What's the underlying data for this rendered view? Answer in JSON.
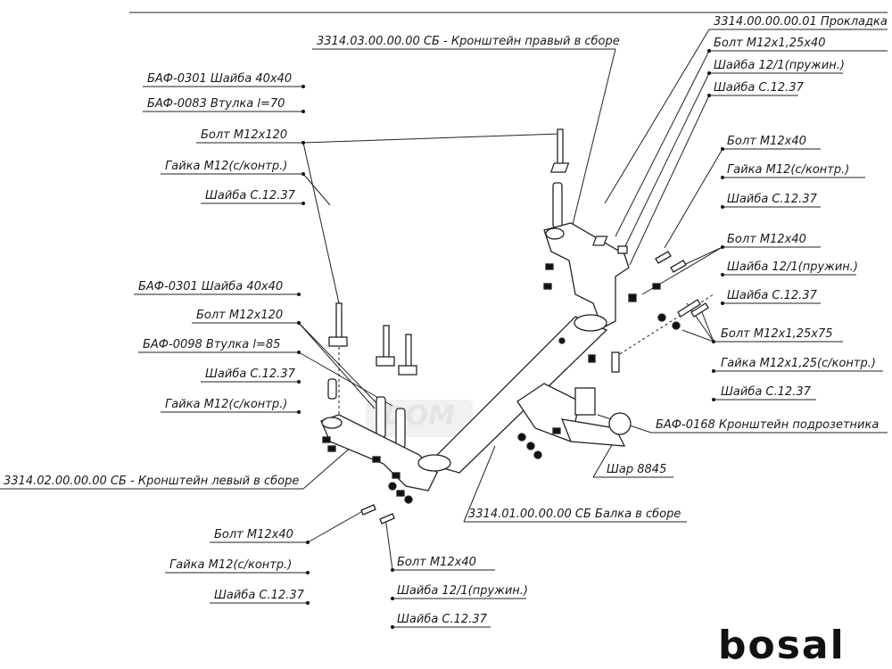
{
  "diagram": {
    "brand": "bosal",
    "labels": {
      "gasket": "3314.00.00.00.01 Прокладка",
      "bracket_right": "3314.03.00.00.00 СБ - Кронштейн правый в сборе",
      "rt_bolt": "Болт М12х1,25х40",
      "rt_washer_spring": "Шайба 12/1(пружин.)",
      "rt_washer": "Шайба С.12.37",
      "tl_washer_sq": "БАФ-0301 Шайба 40х40",
      "tl_sleeve": "БАФ-0083 Втулка l=70",
      "tl_bolt": "Болт М12х120",
      "tl_nut": "Гайка М12(с/контр.)",
      "tl_washer": "Шайба С.12.37",
      "r1_bolt": "Болт М12х40",
      "r1_nut": "Гайка М12(с/контр.)",
      "r1_washer": "Шайба С.12.37",
      "r2_bolt": "Болт М12х40",
      "r2_washer_spring": "Шайба 12/1(пружин.)",
      "r2_washer": "Шайба С.12.37",
      "r3_bolt": "Болт М12х1,25х75",
      "r3_nut": "Гайка М12х1,25(с/контр.)",
      "r3_washer": "Шайба С.12.37",
      "ml_washer_sq": "БАФ-0301 Шайба 40х40",
      "ml_bolt": "Болт М12х120",
      "ml_sleeve": "БАФ-0098 Втулка l=85",
      "ml_washer": "Шайба С.12.37",
      "ml_nut": "Гайка М12(с/контр.)",
      "bracket_left": "3314.02.00.00.00 СБ - Кронштейн левый в сборе",
      "socket_bracket": "БАФ-0168 Кронштейн подрозетника",
      "ball": "Шар 8845",
      "beam": "3314.01.00.00.00 СБ Балка в сборе",
      "bl_bolt": "Болт М12х40",
      "bl_nut": "Гайка М12(с/контр.)",
      "bl_washer": "Шайба С.12.37",
      "bc_bolt": "Болт М12х40",
      "bc_washer_spring": "Шайба 12/1(пружин.)",
      "bc_washer": "Шайба С.12.37"
    }
  }
}
